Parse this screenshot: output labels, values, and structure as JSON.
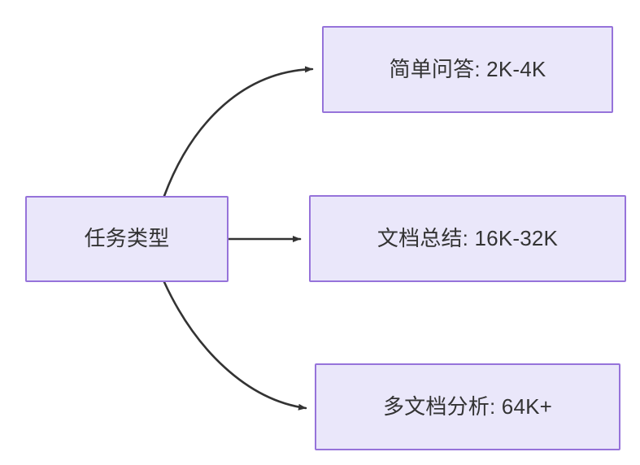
{
  "diagram": {
    "type": "flowchart",
    "direction": "left-to-right",
    "background_color": "#ffffff",
    "node_fill_color": "#eae7fa",
    "node_border_color": "#9673da",
    "edge_color": "#333333",
    "text_color": "#333333",
    "nodes": [
      {
        "id": "source",
        "label": "任务类型",
        "role": "root"
      },
      {
        "id": "simple-qa",
        "label": "简单问答: 2K-4K",
        "role": "branch"
      },
      {
        "id": "doc-summary",
        "label": "文档总结: 16K-32K",
        "role": "branch"
      },
      {
        "id": "multi-doc",
        "label": "多文档分析: 64K+",
        "role": "branch"
      }
    ],
    "edges": [
      {
        "id": "edge-source-simple-qa",
        "from": "source",
        "to": "simple-qa",
        "label": "",
        "style": "curved",
        "arrowhead": "filled-triangle"
      },
      {
        "id": "edge-source-doc-summary",
        "from": "source",
        "to": "doc-summary",
        "label": "",
        "style": "straight",
        "arrowhead": "filled-triangle"
      },
      {
        "id": "edge-source-multi-doc",
        "from": "source",
        "to": "multi-doc",
        "label": "",
        "style": "curved",
        "arrowhead": "filled-triangle"
      }
    ]
  }
}
